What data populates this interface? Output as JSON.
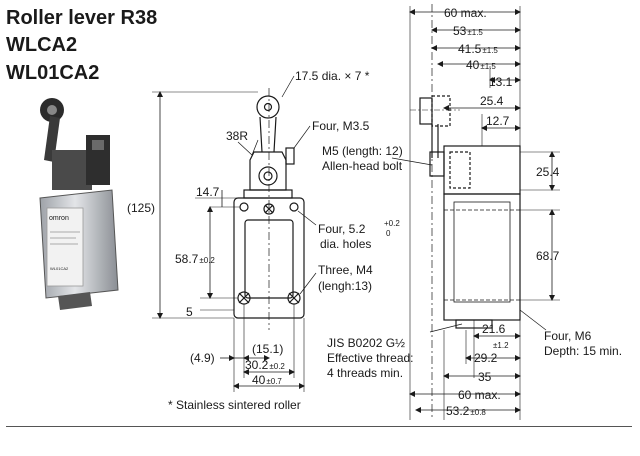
{
  "title": {
    "line1": "Roller lever R38",
    "line2": "WLCA2",
    "line3": "WL01CA2"
  },
  "photo": {
    "brand_text": "omron",
    "label_text": "WL01CA2"
  },
  "front_view": {
    "roller_note": "17.5 dia. × 7 *",
    "lever_radius": "38R",
    "screws_top": "Four, M3.5",
    "dim_14_7": "14.7",
    "dim_125": "(125)",
    "dim_58_7": "58.7",
    "dim_58_7_tol": "±0.2",
    "holes_note": "Four, 5.2",
    "holes_tol_plus": "+0.2",
    "holes_tol_zero": "0",
    "holes_note_2": "dia. holes",
    "m4_note": "Three, M4",
    "m4_note_2": "(lengh:13)",
    "dim_5": "5",
    "dim_4_9": "(4.9)",
    "dim_15_1": "(15.1)",
    "dim_30_2": "30.2",
    "dim_30_2_tol": "±0.2",
    "dim_40": "40",
    "dim_40_tol": "±0.7"
  },
  "side_view": {
    "dim_60_top": "60 max.",
    "dim_53": "53",
    "dim_53_tol": "±1.5",
    "dim_41_5": "41.5",
    "dim_41_5_tol": "±1.5",
    "dim_40": "40",
    "dim_40_tol": "±1.5",
    "dim_13_1": "13.1",
    "dim_25_4_top": "25.4",
    "dim_12_7": "12.7",
    "m5_note": "M5 (length: 12)",
    "m5_note_2": "Allen-head bolt",
    "dim_25_4_right": "25.4",
    "dim_68_7": "68.7",
    "dim_21_6": "21.6",
    "dim_29_2": "29.2",
    "dim_29_2_tol": "±1.2",
    "dim_35": "35",
    "dim_60_bottom": "60 max.",
    "dim_53_2": "53.2",
    "dim_53_2_tol": "±0.8",
    "m6_note": "Four, M6",
    "m6_note_2": "Depth: 15 min.",
    "jis_note": "JIS B0202 G½",
    "jis_note_2": "Effective thread:",
    "jis_note_3": "4 threads min."
  },
  "footnote": "* Stainless sintered roller"
}
